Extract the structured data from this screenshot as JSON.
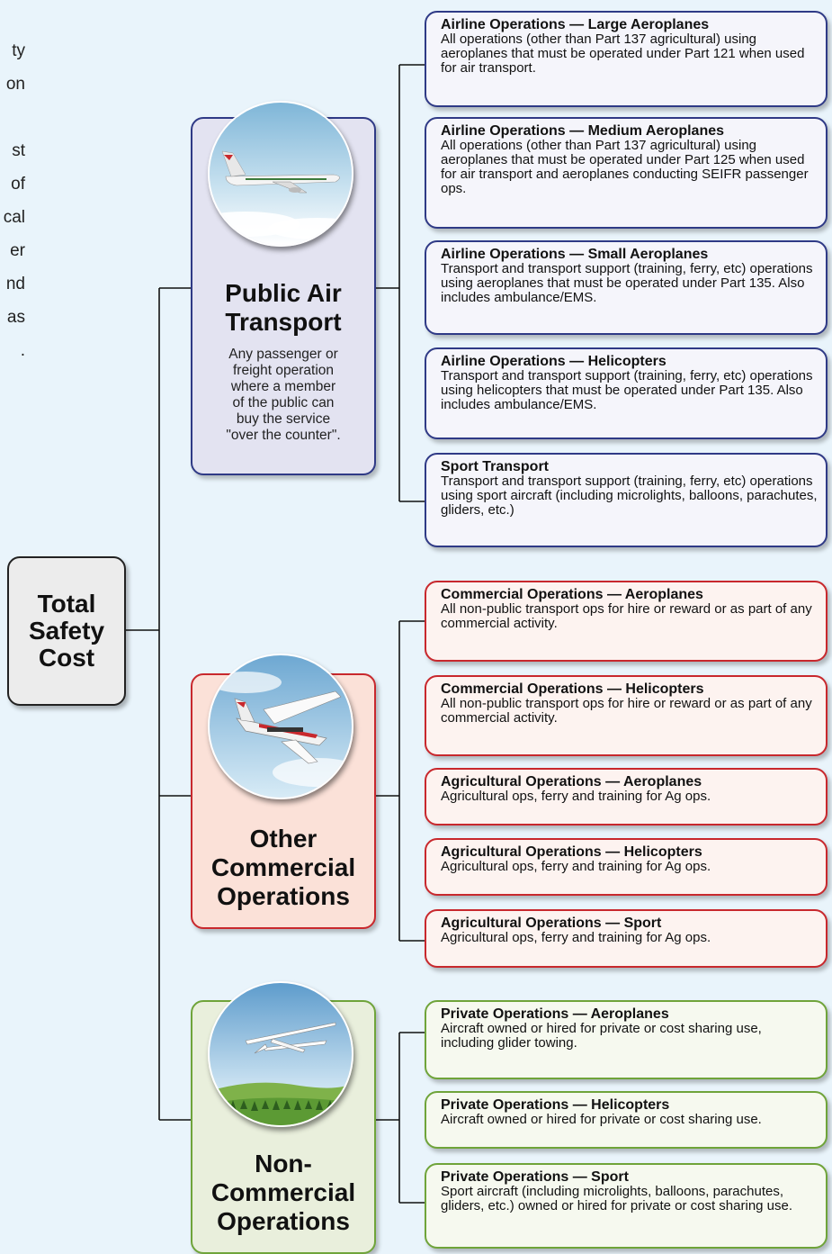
{
  "left_text_fragments": [
    "ty",
    "on",
    "",
    "st",
    "of",
    "cal",
    "er",
    "nd",
    "as",
    "."
  ],
  "root": {
    "label": "Total Safety Cost",
    "lines": [
      "Total",
      "Safety",
      "Cost"
    ]
  },
  "categories": [
    {
      "title_lines": [
        "Public Air",
        "Transport"
      ],
      "description": [
        "Any passenger or",
        "freight operation",
        "where a member",
        "of the public can",
        "buy the service",
        "\"over the counter\"."
      ],
      "items": [
        {
          "title": "Airline Operations — Large Aeroplanes",
          "description": "All operations (other than Part 137 agricultural) using aeroplanes that must be operated under Part 121 when used for air transport."
        },
        {
          "title": "Airline Operations — Medium Aeroplanes",
          "description": "All operations (other than Part 137 agricultural) using aeroplanes that must be operated under Part 125 when used for air transport and aeroplanes conducting SEIFR passenger ops."
        },
        {
          "title": "Airline Operations — Small Aeroplanes",
          "description": "Transport and transport support (training, ferry, etc) operations using aeroplanes that must be operated under Part 135. Also includes ambulance/EMS."
        },
        {
          "title": "Airline Operations — Helicopters",
          "description": "Transport and transport support (training, ferry, etc) operations using helicopters that must be operated under Part 135. Also includes ambulance/EMS."
        },
        {
          "title": "Sport Transport",
          "description": "Transport and transport support (training, ferry, etc) operations using sport aircraft (including microlights, balloons, parachutes, gliders, etc.)"
        }
      ]
    },
    {
      "title_lines": [
        "Other",
        "Commercial",
        "Operations"
      ],
      "description": [],
      "items": [
        {
          "title": "Commercial Operations — Aeroplanes",
          "description": "All non-public transport ops for hire or reward or as part of any commercial activity."
        },
        {
          "title": "Commercial Operations — Helicopters",
          "description": "All non-public transport ops for hire or reward or as part of any commercial activity."
        },
        {
          "title": "Agricultural Operations — Aeroplanes",
          "description": "Agricultural ops, ferry and training for Ag ops."
        },
        {
          "title": "Agricultural Operations — Helicopters",
          "description": "Agricultural ops, ferry and training for Ag ops."
        },
        {
          "title": "Agricultural Operations — Sport",
          "description": "Agricultural ops, ferry and training for Ag ops."
        }
      ]
    },
    {
      "title_lines": [
        "Non-",
        "Commercial",
        "Operations"
      ],
      "description": [],
      "items": [
        {
          "title": "Private Operations — Aeroplanes",
          "description": "Aircraft owned or hired for private or cost sharing use, including glider towing."
        },
        {
          "title": "Private Operations — Helicopters",
          "description": "Aircraft owned or hired for private or cost sharing use."
        },
        {
          "title": "Private Operations — Sport",
          "description": "Sport aircraft (including microlights, balloons, parachutes, gliders, etc.) owned or hired for private or cost sharing use."
        }
      ]
    }
  ],
  "colors": {
    "public_air_transport": "#2f3a86",
    "other_commercial": "#c8282d",
    "non_commercial": "#6fa43a",
    "background": "#e9f4fb"
  },
  "icons": [
    "airliner-photo",
    "light-twin-aircraft-photo",
    "glider-photo"
  ]
}
